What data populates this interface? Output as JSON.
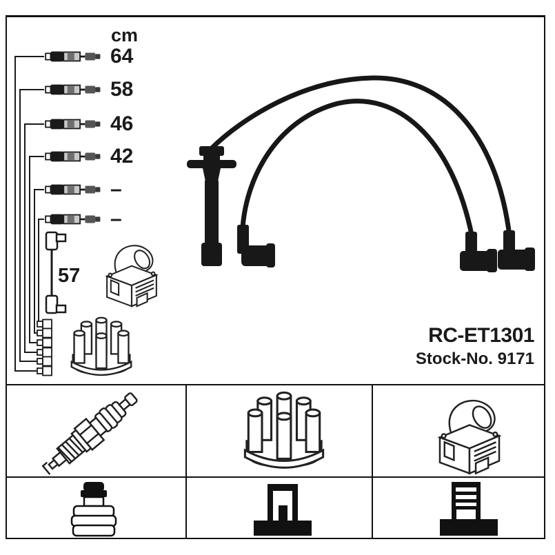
{
  "product": {
    "part_number": "RC-ET1301",
    "stock_text": "Stock-No. 9171"
  },
  "measurements": {
    "unit_label": "cm",
    "rows": [
      {
        "length": "64"
      },
      {
        "length": "58"
      },
      {
        "length": "46"
      },
      {
        "length": "42"
      },
      {
        "length": "–"
      },
      {
        "length": "–"
      }
    ],
    "coil_wire_length": "57"
  },
  "icons": {
    "left_column": [
      "ignition-coil-icon",
      "distributor-cap-icon"
    ],
    "photo": "ignition-cable-set-photo",
    "legend_top": [
      "spark-plug-icon",
      "distributor-cap-icon",
      "ignition-coil-icon"
    ],
    "legend_bottom": [
      "spark-plug-terminal-icon",
      "coil-terminal-icon",
      "coil-terminal-ribbed-icon"
    ]
  },
  "colors": {
    "background": "#ffffff",
    "frame_border": "#111111",
    "line_art": "#222222",
    "cable": "#181818",
    "text": "#1a1a1a"
  }
}
